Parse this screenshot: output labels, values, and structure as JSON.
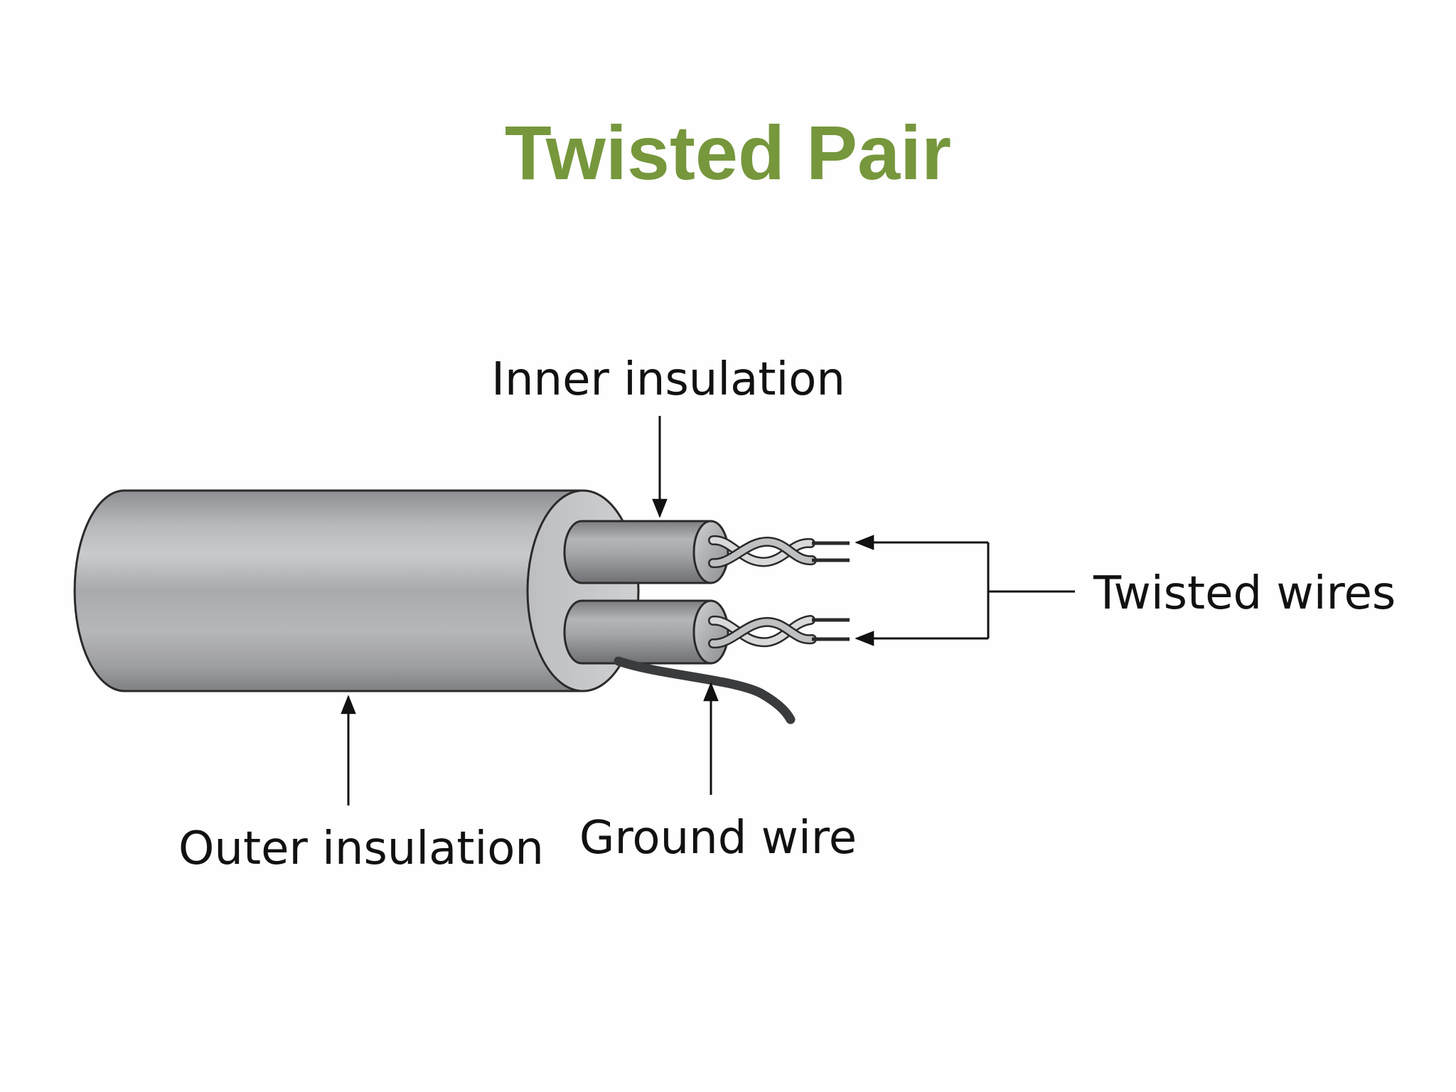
{
  "title": "Twisted Pair",
  "title_color": "#76973c",
  "labels": {
    "inner_insulation": "Inner insulation",
    "twisted_wires": "Twisted wires",
    "outer_insulation": "Outer insulation",
    "ground_wire": "Ground wire"
  },
  "colors": {
    "cable_gray": "#b5b6b9",
    "cable_edge": "#2a2a2a",
    "text": "#111111"
  }
}
